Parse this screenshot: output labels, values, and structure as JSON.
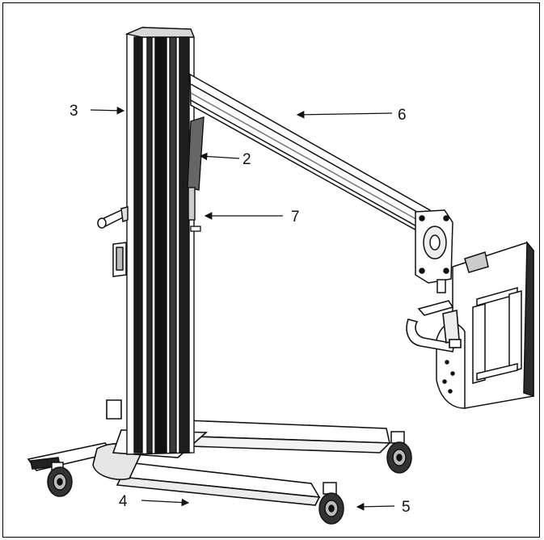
{
  "diagram": {
    "callouts": [
      {
        "id": "label-3",
        "text": "3"
      },
      {
        "id": "label-2",
        "text": "2"
      },
      {
        "id": "label-6",
        "text": "6"
      },
      {
        "id": "label-7",
        "text": "7"
      },
      {
        "id": "label-4",
        "text": "4"
      },
      {
        "id": "label-5",
        "text": "5"
      }
    ]
  }
}
